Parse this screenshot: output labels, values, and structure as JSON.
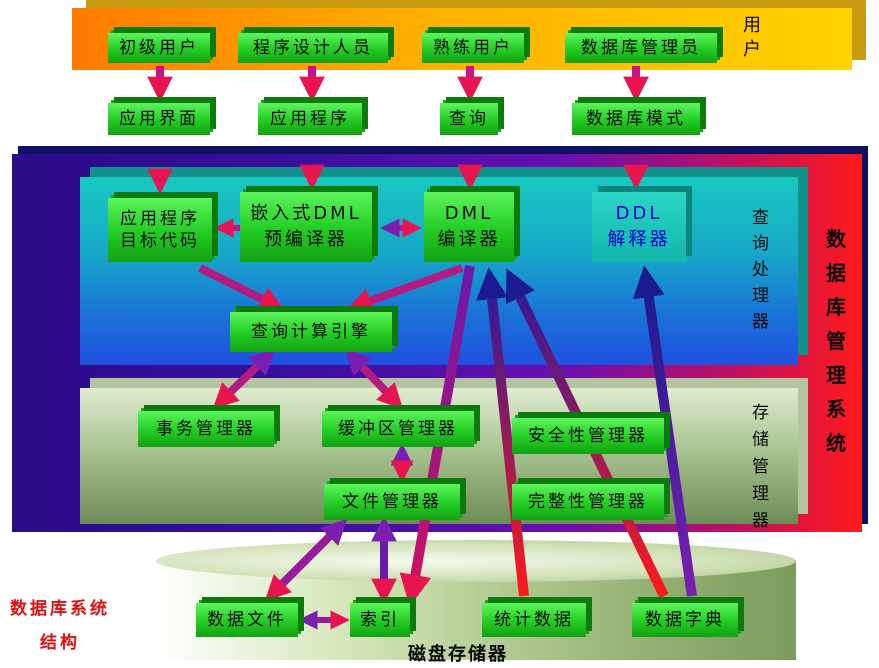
{
  "user_band": {
    "label": "用户",
    "items": [
      "初级用户",
      "程序设计人员",
      "熟练用户",
      "数据库管理员"
    ]
  },
  "interface_row": [
    "应用界面",
    "应用程序",
    "查询",
    "数据库模式"
  ],
  "dbms_label": "数据库管理系统",
  "query_processor": {
    "label": "查询处理器",
    "app_code": "应用程序目标代码",
    "embedded_dml": "嵌入式DML预编译器",
    "dml_compiler": "DML编译器",
    "ddl_interpreter": "DDL解释器",
    "engine": "查询计算引擎"
  },
  "storage_manager": {
    "label": "存储管理器",
    "transaction": "事务管理器",
    "buffer": "缓冲区管理器",
    "security": "安全性管理器",
    "file": "文件管理器",
    "integrity": "完整性管理器"
  },
  "disk": {
    "label": "磁盘存储器",
    "items": [
      "数据文件",
      "索引",
      "统计数据",
      "数据字典"
    ]
  },
  "caption": "数据库系统结构",
  "colors": {
    "green": "#22cc22",
    "arrow_purple": "#7a1fb0",
    "dbms_red": "#ff1a1a",
    "caption_red": "#e01010"
  }
}
